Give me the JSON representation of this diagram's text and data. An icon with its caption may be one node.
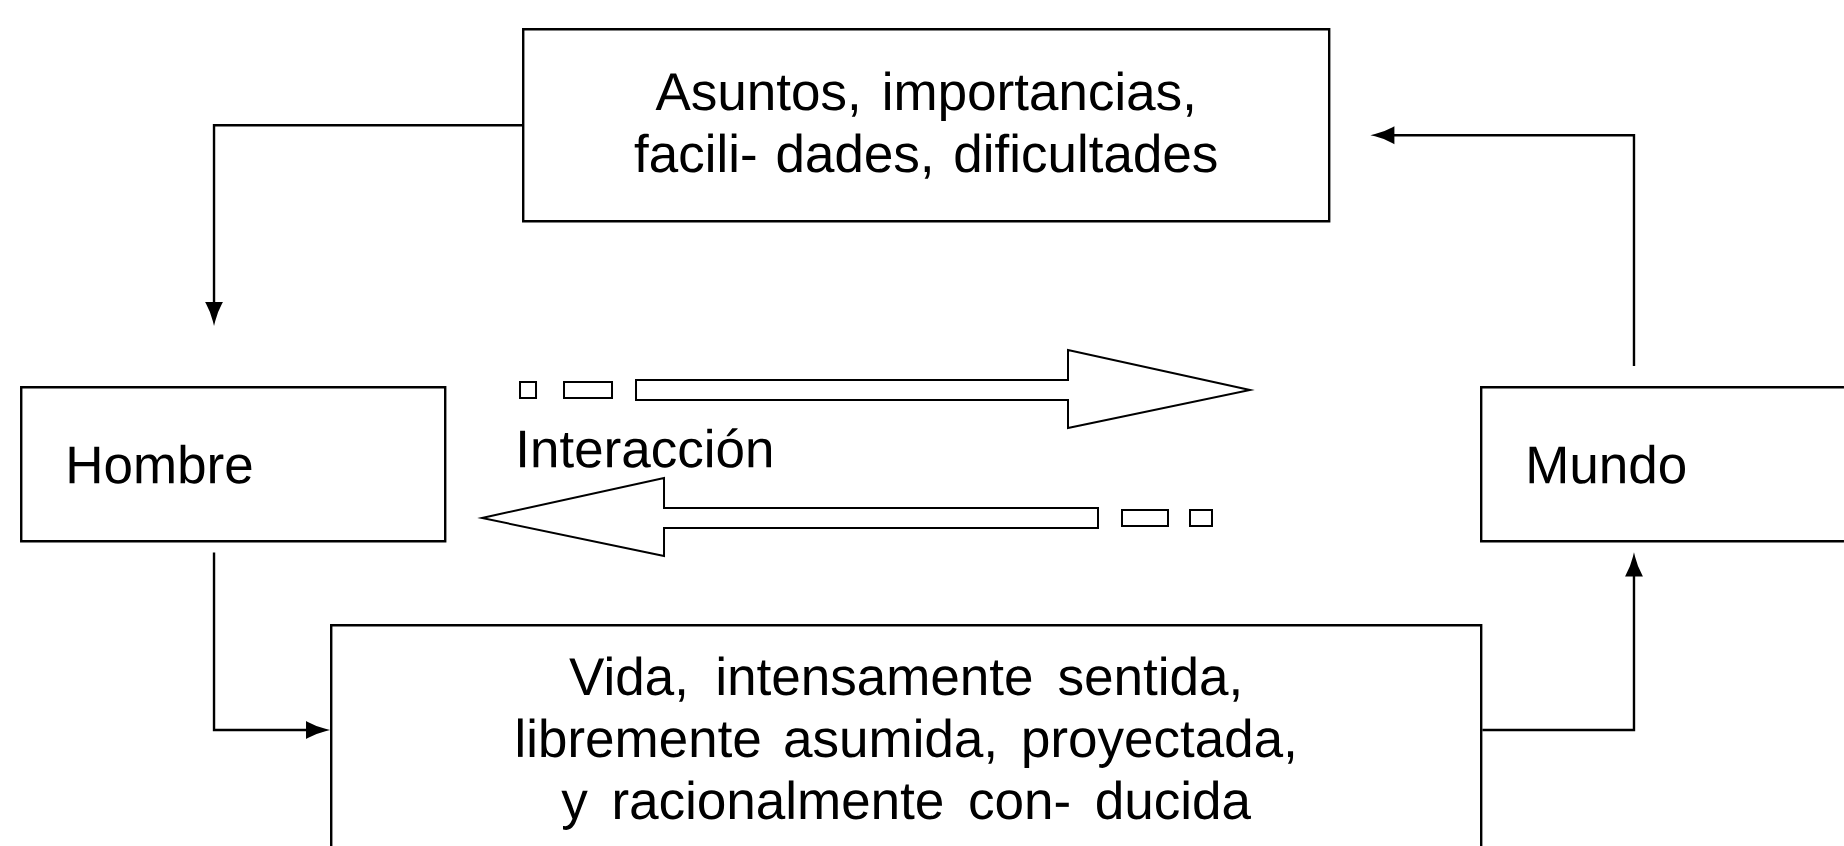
{
  "diagram": {
    "nodes": [
      {
        "text": [
          "Asuntos, importancias, facili- dades, dificultades"
        ]
      },
      {
        "text": [
          "Hombre"
        ]
      },
      {
        "text": [
          "Mundo"
        ]
      },
      {
        "text": [
          "Vida, intensamente sentida, libremente asumida, proyectada, y racionalmente con- ducida"
        ]
      }
    ],
    "edges": [
      {
        "from": 0,
        "to": 1,
        "arrow": "to"
      },
      {
        "from": 1,
        "to": 3,
        "arrow": "to"
      },
      {
        "from": 3,
        "to": 2,
        "arrow": "to"
      },
      {
        "from": 2,
        "to": 0,
        "arrow": "to"
      }
    ],
    "labels": [
      "Interacción"
    ]
  }
}
